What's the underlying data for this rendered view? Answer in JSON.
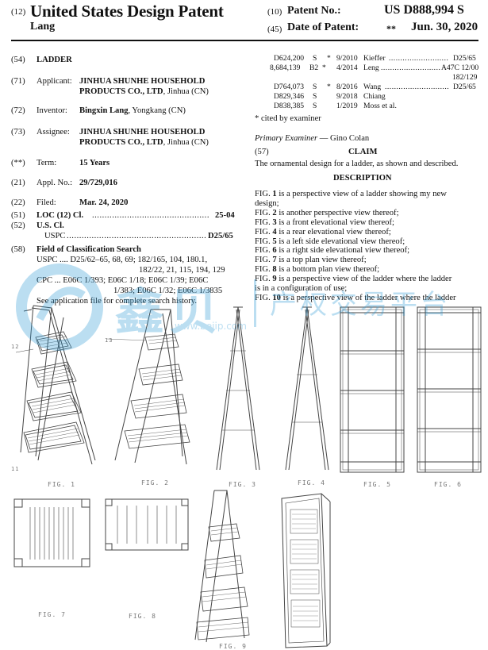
{
  "header": {
    "code_12": "(12)",
    "doc_type": "United States Design Patent",
    "inventor_short": "Lang",
    "code_10": "(10)",
    "patent_no_label": "Patent No.:",
    "patent_no": "US D888,994 S",
    "code_45": "(45)",
    "date_label": "Date of Patent:",
    "date_stars": "**",
    "date": "Jun. 30, 2020"
  },
  "fields": {
    "f54_code": "(54)",
    "f54_val": "LADDER",
    "f71_code": "(71)",
    "f71_label": "Applicant:",
    "f71_line1": "JINHUA SHUNHE HOUSEHOLD",
    "f71_line2a": "PRODUCTS CO., LTD",
    "f71_line2b": ", Jinhua (CN)",
    "f72_code": "(72)",
    "f72_label": "Inventor:",
    "f72_name": "Bingxin Lang",
    "f72_rest": ", Yongkang (CN)",
    "f73_code": "(73)",
    "f73_label": "Assignee:",
    "f73_line1": "JINHUA SHUNHE HOUSEHOLD",
    "f73_line2a": "PRODUCTS CO., LTD",
    "f73_line2b": ", Jinhua (CN)",
    "fterm_code": "(**)",
    "fterm_label": "Term:",
    "fterm_val": "15 Years",
    "f21_code": "(21)",
    "f21_label": "Appl. No.:",
    "f21_val": "29/729,016",
    "f22_code": "(22)",
    "f22_label": "Filed:",
    "f22_val": "Mar. 24, 2020",
    "f51_code": "(51)",
    "f51_label": "LOC (12) Cl.",
    "f51_dots": "...............................................",
    "f51_val": "25-04",
    "f52_code": "(52)",
    "f52_label": "U.S. Cl.",
    "f52_uspc": "USPC",
    "f52_dots": "........................................................",
    "f52_val": "D25/65",
    "f58_code": "(58)",
    "f58_label": "Field of Classification Search",
    "f58_l1": "USPC .... D25/62–65, 68, 69; 182/165, 104, 180.1,",
    "f58_l2": "182/22, 21, 115, 194, 129",
    "f58_l3": "CPC ... E06C 1/393; E06C 1/18; E06C 1/39; E06C",
    "f58_l4": "1/383; E06C 1/32; E06C 1/3835",
    "f58_l5": "See application file for complete search history."
  },
  "citations": [
    {
      "num": "D624,200",
      "kind": "S",
      "star": "*",
      "date": "9/2010",
      "name": "Kieffer",
      "dots": "..........................",
      "cls": "D25/65"
    },
    {
      "num": "8,684,139",
      "kind": "B2",
      "star": "*",
      "date": "4/2014",
      "name": "Leng",
      "dots": "..........................",
      "cls": "A47C 12/00"
    },
    {
      "num": "",
      "kind": "",
      "star": "",
      "date": "",
      "name": "",
      "dots": "",
      "cls": "182/129"
    },
    {
      "num": "D764,073",
      "kind": "S",
      "star": "*",
      "date": "8/2016",
      "name": "Wang",
      "dots": "............................",
      "cls": "D25/65"
    },
    {
      "num": "D829,346",
      "kind": "S",
      "star": "",
      "date": "9/2018",
      "name": "Chiang",
      "dots": "",
      "cls": ""
    },
    {
      "num": "D838,385",
      "kind": "S",
      "star": "",
      "date": "1/2019",
      "name": "Moss et al.",
      "dots": "",
      "cls": ""
    }
  ],
  "right": {
    "cited": "* cited by examiner",
    "examiner_label": "Primary Examiner",
    "examiner_name": " — Gino Colan",
    "claim_code": "(57)",
    "claim_title": "CLAIM",
    "claim_text": "The ornamental design for a ladder, as shown and described.",
    "desc_title": "DESCRIPTION",
    "desc": [
      {
        "a": "FIG. ",
        "n": "1",
        "b": " is a perspective view of a ladder showing my new"
      },
      {
        "a": "design;",
        "n": "",
        "b": ""
      },
      {
        "a": "FIG. ",
        "n": "2",
        "b": " is another perspective view thereof;"
      },
      {
        "a": "FIG. ",
        "n": "3",
        "b": " is a front elevational view thereof;"
      },
      {
        "a": "FIG. ",
        "n": "4",
        "b": " is a rear elevational view thereof;"
      },
      {
        "a": "FIG. ",
        "n": "5",
        "b": " is a left side elevational view thereof;"
      },
      {
        "a": "FIG. ",
        "n": "6",
        "b": " is a right side elevational view thereof;"
      },
      {
        "a": "FIG. ",
        "n": "7",
        "b": " is a top plan view thereof;"
      },
      {
        "a": "FIG. ",
        "n": "8",
        "b": " is a bottom plan view thereof;"
      },
      {
        "a": "FIG. ",
        "n": "9",
        "b": " is a perspective view of the ladder where the ladder"
      },
      {
        "a": "is in a configuration of use;",
        "n": "",
        "b": ""
      },
      {
        "a": "FIG. ",
        "n": "10",
        "b": " is a perspective view of the ladder where the ladder"
      }
    ]
  },
  "figures": {
    "fig1": "FIG. 1",
    "fig2": "FIG. 2",
    "fig3": "FIG. 3",
    "fig4": "FIG. 4",
    "fig5": "FIG. 5",
    "fig6": "FIG. 6",
    "fig7": "FIG. 7",
    "fig8": "FIG. 8",
    "fig9": "FIG. 9",
    "ref12": "12",
    "ref13": "13",
    "ref11": "11"
  },
  "watermark": {
    "cn1": "鑫贝",
    "cn2": "产权交易平台",
    "url": "www.beiip.com",
    "color": "#2f9bd6"
  }
}
